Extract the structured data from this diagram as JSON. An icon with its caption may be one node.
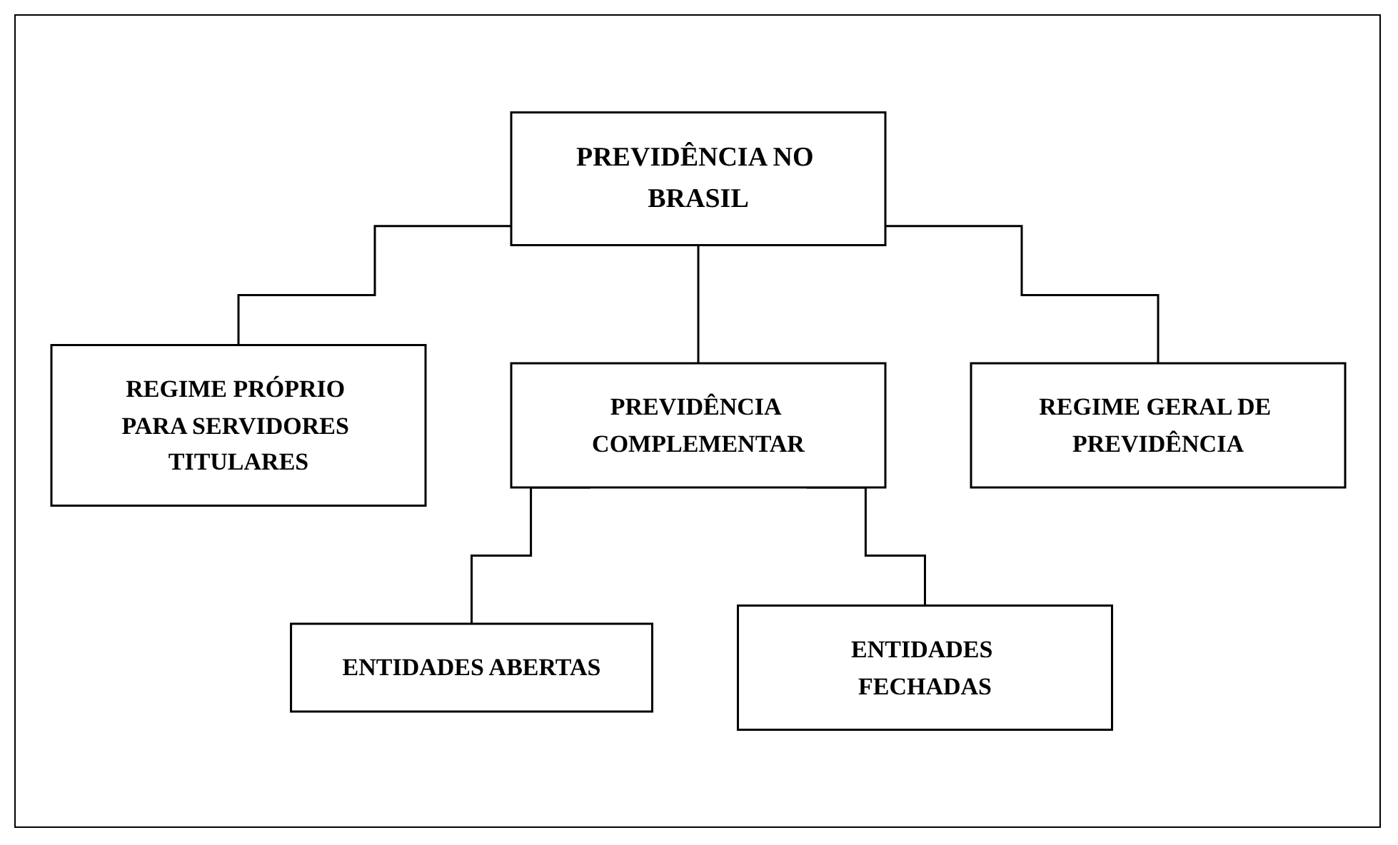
{
  "diagram": {
    "nodes": [
      {
        "text": [
          "PREVIDÊNCIA NO BRASIL"
        ]
      },
      {
        "text": [
          "REGIME PRÓPRIO PARA SERVIDORES TITULARES"
        ]
      },
      {
        "text": [
          "PREVIDÊNCIA COMPLEMENTAR"
        ]
      },
      {
        "text": [
          "REGIME GERAL DE PREVIDÊNCIA"
        ]
      },
      {
        "text": [
          "ENTIDADES ABERTAS"
        ]
      },
      {
        "text": [
          "ENTIDADES FECHADAS"
        ]
      }
    ],
    "edges": [
      {
        "from": 0,
        "to": 1,
        "arrow": "none"
      },
      {
        "from": 0,
        "to": 2,
        "arrow": "none"
      },
      {
        "from": 0,
        "to": 3,
        "arrow": "none"
      },
      {
        "from": 2,
        "to": 4,
        "arrow": "none"
      },
      {
        "from": 2,
        "to": 5,
        "arrow": "none"
      }
    ]
  }
}
